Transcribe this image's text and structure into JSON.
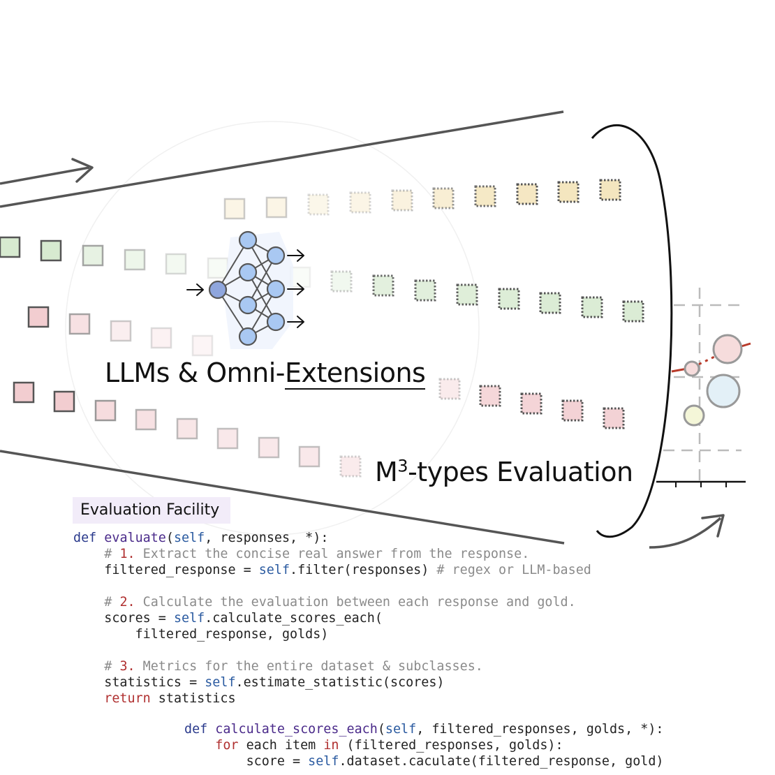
{
  "labels": {
    "title_llm_prefix": "LLMs & Omni-",
    "title_llm_underlined": "Extensions",
    "title_eval_m": "M",
    "title_eval_sup": "3",
    "title_eval_types": "-types",
    "title_eval_rest": " Evaluation",
    "facility": "Evaluation Facility"
  },
  "code1": {
    "l1_def": "def ",
    "l1_fn": "evaluate",
    "l1_args_open": "(",
    "l1_self": "self",
    "l1_rest": ", responses, *):",
    "l2_hash": "    # ",
    "l2_num": "1.",
    "l2_text": " Extract the concise real answer from the response.",
    "l3_a": "    filtered_response = ",
    "l3_self": "self",
    "l3_b": ".filter(responses) ",
    "l3_cm": "# regex or LLM-based",
    "l5_hash": "    # ",
    "l5_num": "2.",
    "l5_text": " Calculate the evaluation between each response and gold.",
    "l6_a": "    scores = ",
    "l6_self": "self",
    "l6_b": ".calculate_scores_each(",
    "l7": "        filtered_response, golds)",
    "l9_hash": "    # ",
    "l9_num": "3.",
    "l9_text": " Metrics for the entire dataset & subclasses.",
    "l10_a": "    statistics = ",
    "l10_self": "self",
    "l10_b": ".estimate_statistic(scores)",
    "l11_ret": "    return",
    "l11_b": " statistics"
  },
  "code2": {
    "l1_def": "def ",
    "l1_fn": "calculate_scores_each",
    "l1_open": "(",
    "l1_self": "self",
    "l1_rest": ", filtered_responses, golds, *):",
    "l2_for": "    for",
    "l2_mid": " each item ",
    "l2_in": "in",
    "l2_rest": " (filtered_responses, golds):",
    "l3_a": "        score = ",
    "l3_self": "self",
    "l3_b": ".dataset.caculate(filtered_response, gold)"
  },
  "colors": {
    "beige": "#f3e3b8",
    "green": "#d7ead0",
    "pink": "#f2cdd0",
    "node": "#a9c8f2",
    "node_input": "#8fa6dd",
    "red_trend": "#b83a2a"
  },
  "icons": [
    "neural-network-icon",
    "arrow-icon",
    "scatter-plot-icon"
  ]
}
